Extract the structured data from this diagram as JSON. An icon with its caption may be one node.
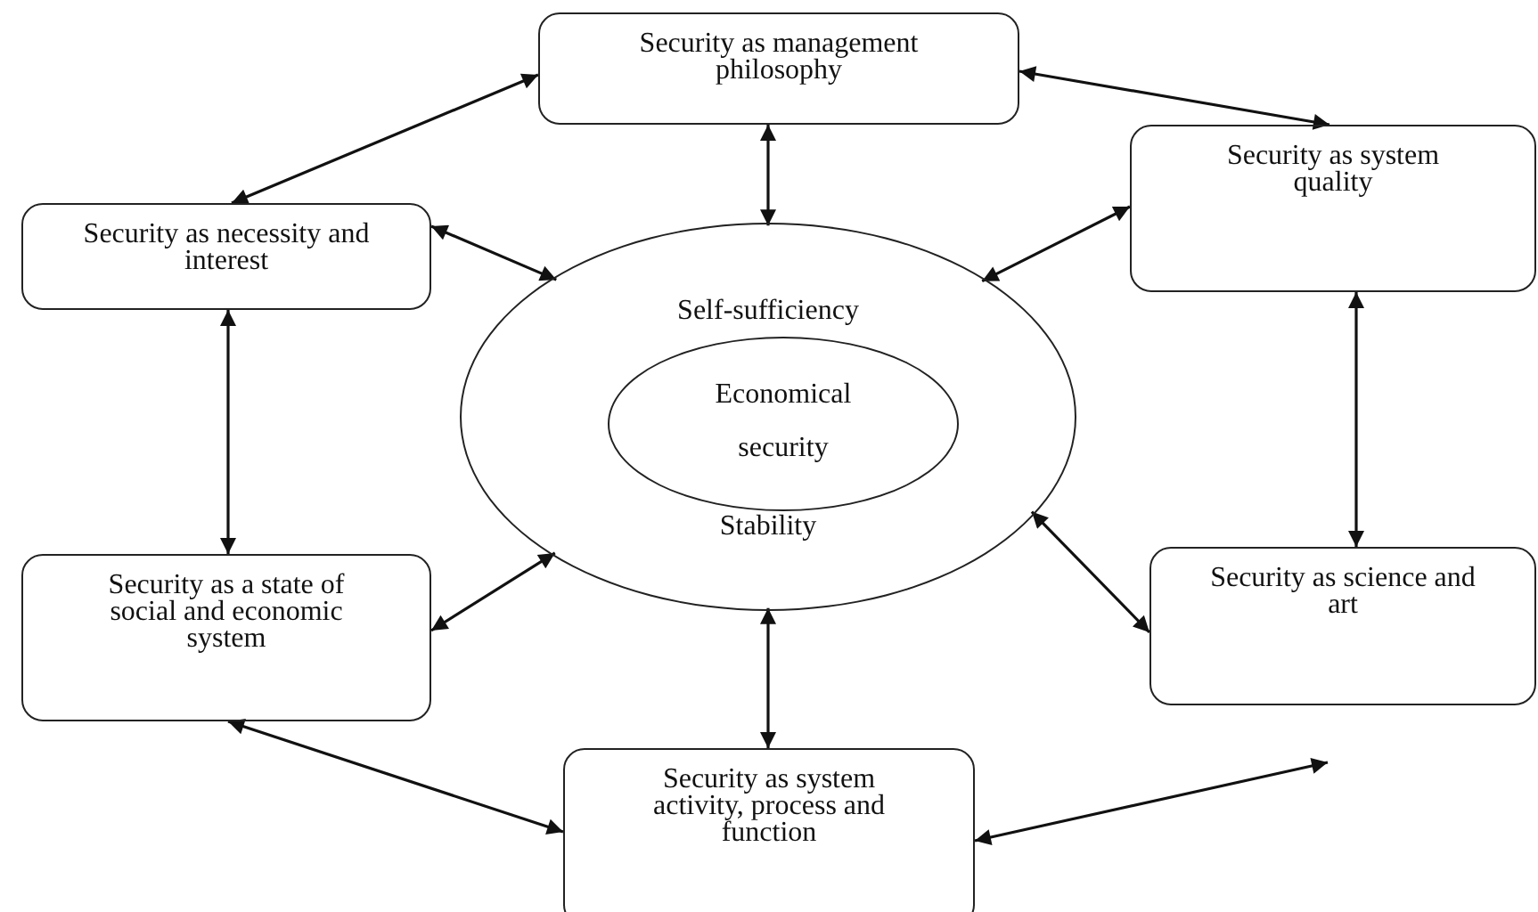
{
  "diagram": {
    "nodes": [
      {
        "text": [
          "Security as management philosophy"
        ]
      },
      {
        "text": [
          "Security as system quality"
        ]
      },
      {
        "text": [
          "Security as necessity and interest"
        ]
      },
      {
        "text": [
          "Self-sufficiency",
          "Stability"
        ]
      },
      {
        "text": [
          "Economical security"
        ],
        "in": 3
      },
      {
        "text": [
          "Security as a state of social and economic system"
        ]
      },
      {
        "text": [
          "Security as science and art"
        ]
      },
      {
        "text": [
          "Security as system activity, process and function"
        ]
      }
    ],
    "edges": [
      {
        "from": 0,
        "to": 2,
        "arrow": "both"
      },
      {
        "from": 0,
        "to": 1,
        "arrow": "both"
      },
      {
        "from": 0,
        "to": 3,
        "arrow": "both"
      },
      {
        "from": 2,
        "to": 3,
        "arrow": "both"
      },
      {
        "from": 1,
        "to": 3,
        "arrow": "both"
      },
      {
        "from": 2,
        "to": 5,
        "arrow": "both"
      },
      {
        "from": 1,
        "to": 6,
        "arrow": "both"
      },
      {
        "from": 5,
        "to": 3,
        "arrow": "both"
      },
      {
        "from": 6,
        "to": 3,
        "arrow": "both"
      },
      {
        "from": 3,
        "to": 7,
        "arrow": "both"
      },
      {
        "from": 5,
        "to": 7,
        "arrow": "both"
      },
      {
        "from": 7,
        "to": null,
        "arrow": "both"
      }
    ]
  }
}
